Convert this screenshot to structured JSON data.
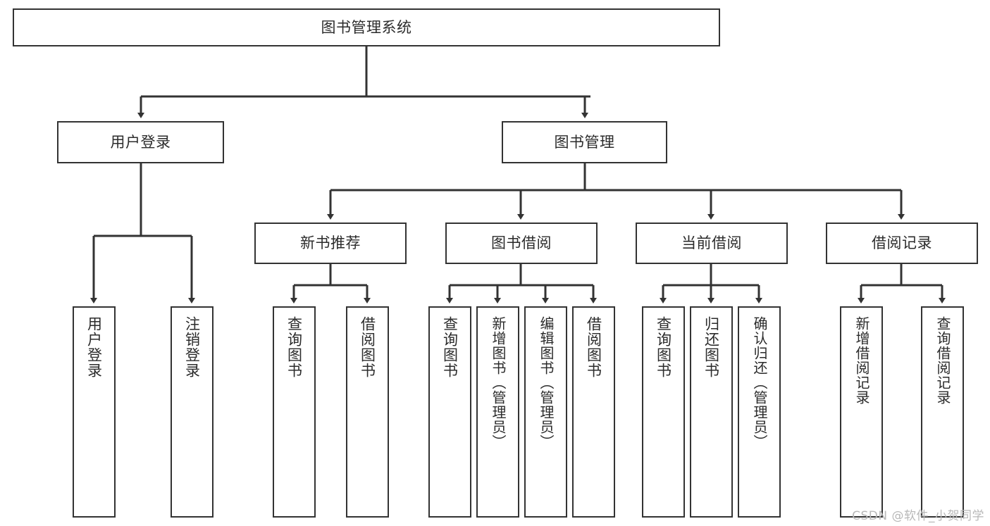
{
  "diagram": {
    "title": "图书管理系统",
    "type": "hierarchy-tree",
    "colors": {
      "border": "#333333",
      "fill": "#ffffff",
      "text": "#2b2b2b",
      "watermark": "#b8b8b8"
    },
    "root": {
      "label": "图书管理系统"
    },
    "level2": [
      {
        "label": "用户登录"
      },
      {
        "label": "图书管理"
      }
    ],
    "level3": [
      {
        "label": "新书推荐"
      },
      {
        "label": "图书借阅"
      },
      {
        "label": "当前借阅"
      },
      {
        "label": "借阅记录"
      }
    ],
    "leaves": {
      "user_login": [
        {
          "label": "用户登录"
        },
        {
          "label": "注销登录"
        }
      ],
      "new_book_recommend": [
        {
          "label": "查询图书"
        },
        {
          "label": "借阅图书"
        }
      ],
      "book_borrow": [
        {
          "label": "查询图书"
        },
        {
          "label": "新增图书（管理员）"
        },
        {
          "label": "编辑图书（管理员）"
        },
        {
          "label": "借阅图书"
        }
      ],
      "current_borrow": [
        {
          "label": "查询图书"
        },
        {
          "label": "归还图书"
        },
        {
          "label": "确认归还（管理员）"
        }
      ],
      "borrow_records": [
        {
          "label": "新增借阅记录"
        },
        {
          "label": "查询借阅记录"
        }
      ]
    }
  },
  "watermark": {
    "text": "CSDN @软件_小贺同学"
  }
}
